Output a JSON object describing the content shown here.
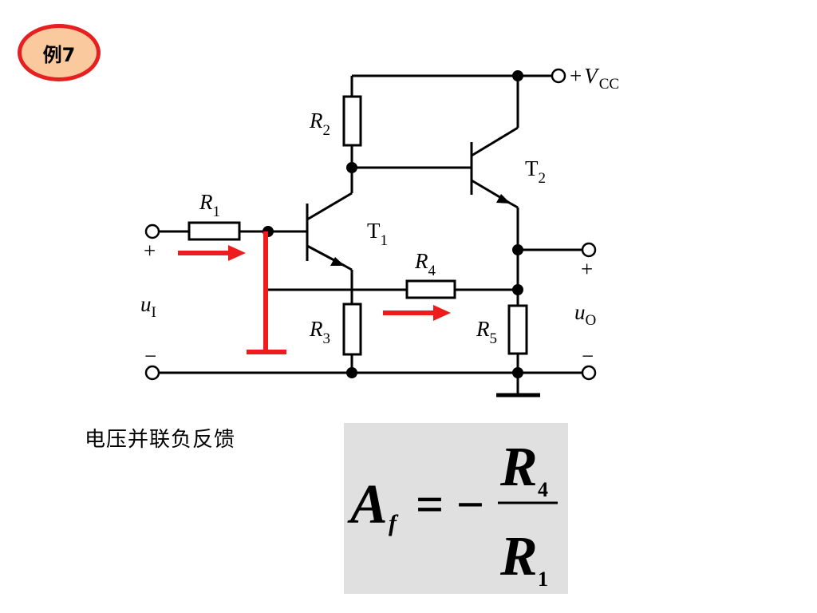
{
  "badge": "例7",
  "caption": "电压并联负反馈",
  "labels": {
    "vcc_plus": "+",
    "vcc_V": "V",
    "vcc_sub": "CC",
    "R": "R",
    "r1_sub": "1",
    "r2_sub": "2",
    "r3_sub": "3",
    "r4_sub": "4",
    "r5_sub": "5",
    "T": "T",
    "t1_sub": "1",
    "t2_sub": "2",
    "u": "u",
    "ui_sub": "I",
    "uo_sub": "O",
    "in_plus": "+",
    "in_minus": "−",
    "out_plus": "+",
    "out_minus": "−"
  },
  "formula": {
    "A": "A",
    "A_sub": "f",
    "eq": "= −",
    "num_R": "R",
    "num_sub": "4",
    "den_R": "R",
    "den_sub": "1"
  },
  "colors": {
    "feedback": "#ee1c1c",
    "badge_border": "#e62020",
    "badge_fill": "#fbc99e",
    "formula_bg": "#e0e0e0"
  }
}
